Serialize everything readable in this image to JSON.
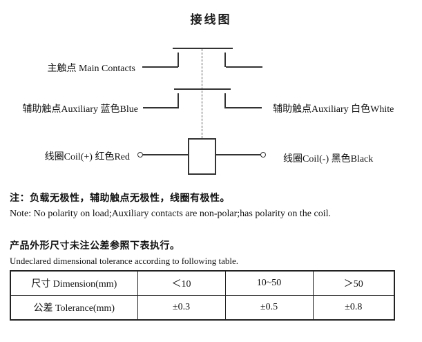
{
  "title": "接线图",
  "diagram": {
    "main_contacts_label": "主触点 Main Contacts",
    "aux_left_label": "辅助触点Auxiliary 蓝色Blue",
    "aux_right_label": "辅助触点Auxiliary 白色White",
    "coil_positive_label": "线圈Coil(+) 红色Red",
    "coil_negative_label": "线圈Coil(-) 黑色Black"
  },
  "notes": {
    "polarity_cn": "注：负载无极性，辅助触点无极性，线圈有极性。",
    "polarity_en": "Note: No polarity on load;Auxiliary contacts are non-polar;has polarity on the coil.",
    "tolerance_cn": "产品外形尺寸未注公差参照下表执行。",
    "tolerance_en": "Undeclared dimensional tolerance according to following table."
  },
  "tolerance_table": {
    "header_row": {
      "label": "尺寸 Dimension(mm)",
      "cols": [
        "＜10",
        "10~50",
        "＞50"
      ]
    },
    "value_row": {
      "label": "公差 Tolerance(mm)",
      "cols": [
        "±0.3",
        "±0.5",
        "±0.8"
      ]
    }
  },
  "colors": {
    "ink": "#111111",
    "line": "#333333",
    "background": "#ffffff"
  }
}
